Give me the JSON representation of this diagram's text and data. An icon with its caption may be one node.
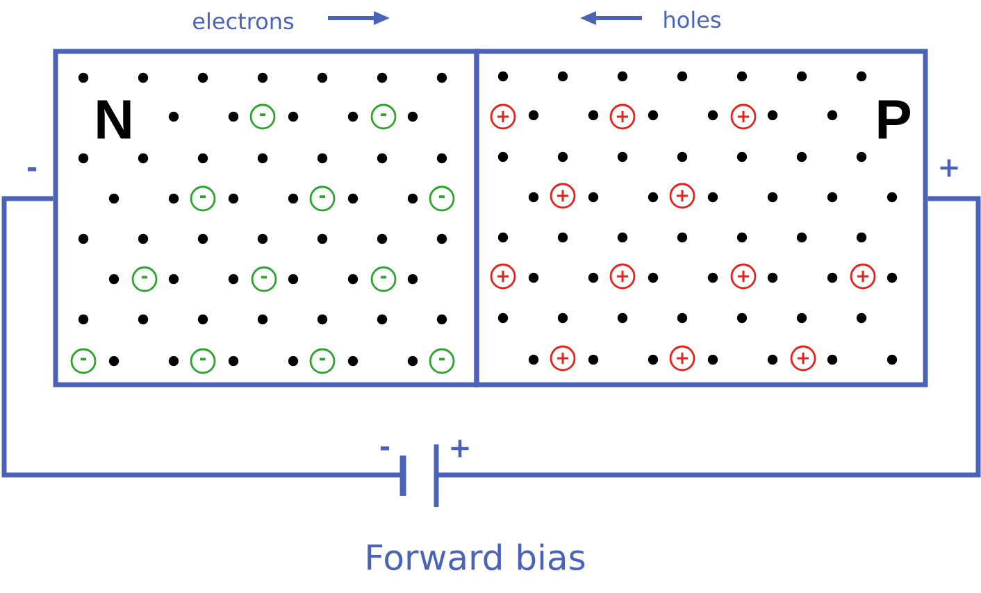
{
  "diagram": {
    "caption": "Forward bias",
    "nodes": [
      {
        "text": [
          "N"
        ]
      },
      {
        "text": [
          "P"
        ]
      },
      {
        "text": [
          "-"
        ],
        "in": 0
      },
      {
        "text": [
          "-"
        ],
        "in": 0
      },
      {
        "text": [
          "-"
        ],
        "in": 0
      },
      {
        "text": [
          "-"
        ],
        "in": 0
      },
      {
        "text": [
          "-"
        ],
        "in": 0
      },
      {
        "text": [
          "-"
        ],
        "in": 0
      },
      {
        "text": [
          "-"
        ],
        "in": 0
      },
      {
        "text": [
          "-"
        ],
        "in": 0
      },
      {
        "text": [
          "-"
        ],
        "in": 0
      },
      {
        "text": [
          "-"
        ],
        "in": 0
      },
      {
        "text": [
          "-"
        ],
        "in": 0
      },
      {
        "text": [
          "-"
        ],
        "in": 0
      },
      {
        "text": [
          "+"
        ],
        "in": 1
      },
      {
        "text": [
          "+"
        ],
        "in": 1
      },
      {
        "text": [
          "+"
        ],
        "in": 1
      },
      {
        "text": [
          "+"
        ],
        "in": 1
      },
      {
        "text": [
          "+"
        ],
        "in": 1
      },
      {
        "text": [
          "+"
        ],
        "in": 1
      },
      {
        "text": [
          "+"
        ],
        "in": 1
      },
      {
        "text": [
          "+"
        ],
        "in": 1
      },
      {
        "text": [
          "+"
        ],
        "in": 1
      },
      {
        "text": [
          "+"
        ],
        "in": 1
      },
      {
        "text": [
          "+"
        ],
        "in": 1
      },
      {
        "text": [
          "+"
        ],
        "in": 1
      },
      {
        "text": [],
        "shape": "battery"
      }
    ],
    "edges": [
      {
        "from": 0,
        "to": 26,
        "arrow": "none"
      },
      {
        "from": 26,
        "to": 1,
        "arrow": "none"
      }
    ],
    "labels": [
      "electrons",
      "holes",
      "-",
      "+",
      "-",
      "+"
    ]
  }
}
